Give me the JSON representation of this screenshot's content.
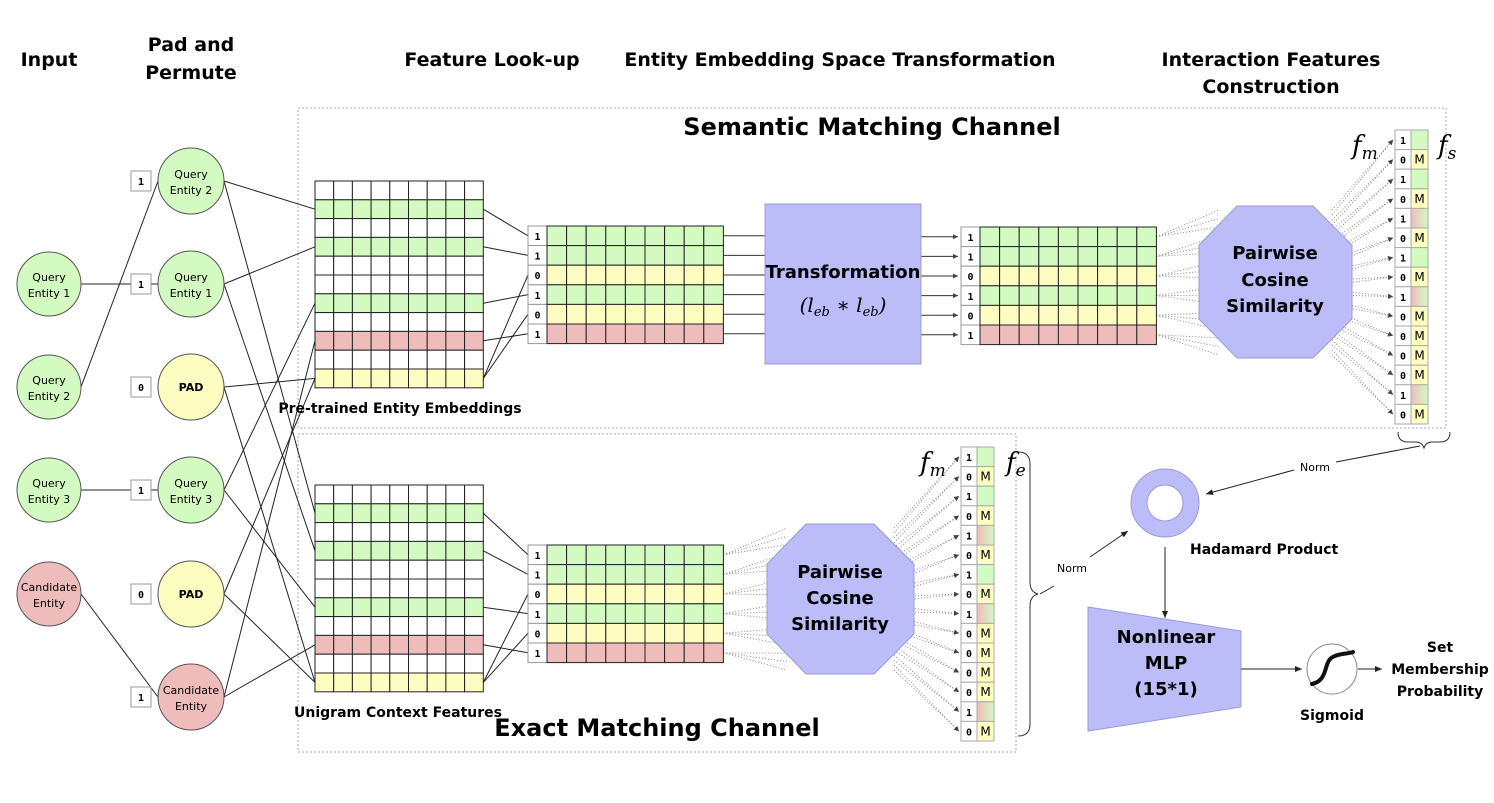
{
  "headers": {
    "input": "Input",
    "pad_permute_line1": "Pad and",
    "pad_permute_line2": "Permute",
    "feature_lookup": "Feature  Look-up",
    "transformation": "Entity Embedding Space Transformation",
    "interaction_line1": "Interaction Features",
    "interaction_line2": "Construction"
  },
  "channels": {
    "semantic": "Semantic Matching Channel",
    "exact": "Exact Matching Channel"
  },
  "input_nodes": [
    {
      "line1": "Query",
      "line2": "Entity 1",
      "kind": "query"
    },
    {
      "line1": "Query",
      "line2": "Entity 2",
      "kind": "query"
    },
    {
      "line1": "Query",
      "line2": "Entity 3",
      "kind": "query"
    },
    {
      "line1": "Candidate",
      "line2": "Entity",
      "kind": "candidate"
    }
  ],
  "padded_nodes": [
    {
      "line1": "Query",
      "line2": "Entity 2",
      "kind": "query",
      "mask": "1"
    },
    {
      "line1": "Query",
      "line2": "Entity 1",
      "kind": "query",
      "mask": "1"
    },
    {
      "line1": "PAD",
      "line2": "",
      "kind": "pad",
      "mask": "0"
    },
    {
      "line1": "Query",
      "line2": "Entity 3",
      "kind": "query",
      "mask": "1"
    },
    {
      "line1": "PAD",
      "line2": "",
      "kind": "pad",
      "mask": "0"
    },
    {
      "line1": "Candidate",
      "line2": "Entity",
      "kind": "candidate",
      "mask": "1"
    }
  ],
  "lookup_tables": {
    "semantic_caption": "Pre-trained Entity Embeddings",
    "exact_caption": "Unigram Context Features",
    "row_kinds": [
      "empty",
      "query",
      "empty",
      "query",
      "empty",
      "empty",
      "query",
      "empty",
      "candidate",
      "empty",
      "pad"
    ]
  },
  "sequence_rows": {
    "masks": [
      "1",
      "1",
      "0",
      "1",
      "0",
      "1"
    ],
    "kinds": [
      "query",
      "query",
      "pad",
      "query",
      "pad",
      "candidate"
    ]
  },
  "transformation_box": {
    "title": "Transformation",
    "formula": "(l_eb * l_eb)"
  },
  "cosine_box": {
    "line1": "Pairwise",
    "line2": "Cosine",
    "line3": "Similarity"
  },
  "interaction_vectors": {
    "fm_label": "f_m",
    "fs_label": "f_s",
    "fe_label": "f_e",
    "fm_values": [
      "1",
      "0",
      "1",
      "0",
      "1",
      "0",
      "1",
      "0",
      "1",
      "0",
      "0",
      "0",
      "0",
      "1",
      "0"
    ],
    "f_cells": [
      "query",
      "M",
      "query",
      "M",
      "mixed",
      "M",
      "query",
      "M",
      "mixed",
      "M",
      "M",
      "M",
      "M",
      "mixed",
      "M"
    ],
    "mask_symbol": "M"
  },
  "combine": {
    "norm_label": "Norm",
    "hadamard_label": "Hadamard Product",
    "mlp_line1": "Nonlinear",
    "mlp_line2": "MLP",
    "mlp_line3": "(15*1)",
    "sigmoid_label": "Sigmoid",
    "output_line1": "Set",
    "output_line2": "Membership",
    "output_line3": "Probability"
  },
  "colors": {
    "query": "#d3fbc1",
    "candidate": "#efbcbc",
    "pad": "#fdfcc1",
    "empty": "#ffffff",
    "operator": "#bbbcf8",
    "operator_stroke": "#9a9bd6"
  }
}
